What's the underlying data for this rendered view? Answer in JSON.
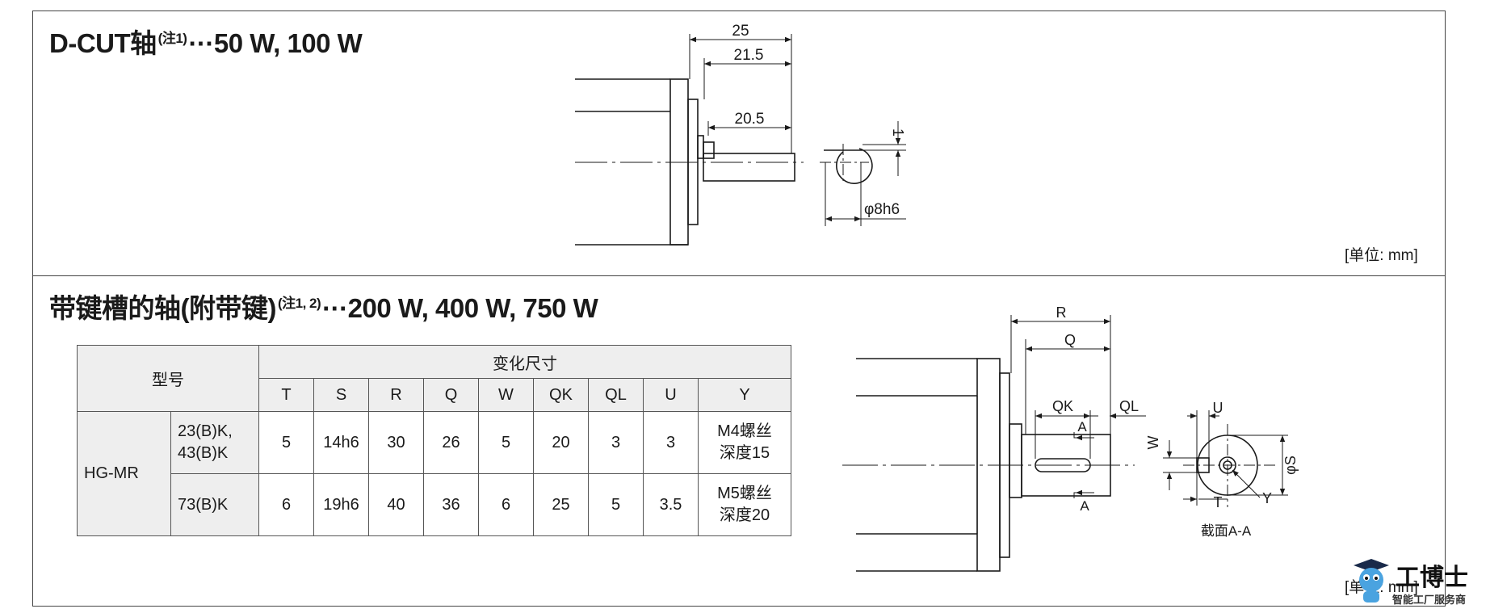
{
  "section_dcut": {
    "title_main": "D-CUT轴",
    "title_note": "(注1)",
    "title_dots": "···",
    "title_power": "50 W, 100 W",
    "unit": "[单位: mm]",
    "dims": {
      "d25": "25",
      "d21_5": "21.5",
      "d20_5": "20.5",
      "d1": "1",
      "phi8h6": "φ8h6"
    }
  },
  "section_key": {
    "title_main": "带键槽的轴(附带键)",
    "title_note": "(注1, 2)",
    "title_dots": "···",
    "title_power": "200 W, 400 W, 750 W",
    "unit": "[单位: mm]",
    "dims": {
      "R": "R",
      "Q": "Q",
      "QK": "QK",
      "QL": "QL",
      "A_top": "A",
      "A_bottom": "A",
      "W": "W",
      "U": "U",
      "phiS": "φS",
      "T": "T",
      "Y": "Y",
      "section_label": "截面A-A"
    },
    "table": {
      "model_header": "型号",
      "variable_header": "变化尺寸",
      "columns": [
        "T",
        "S",
        "R",
        "Q",
        "W",
        "QK",
        "QL",
        "U",
        "Y"
      ],
      "series": "HG-MR",
      "rows": [
        {
          "model": "23(B)K,\n43(B)K",
          "values": [
            "5",
            "14h6",
            "30",
            "26",
            "5",
            "20",
            "3",
            "3"
          ],
          "y_line1": "M4螺丝",
          "y_line2": "深度15"
        },
        {
          "model": "73(B)K",
          "values": [
            "6",
            "19h6",
            "40",
            "36",
            "6",
            "25",
            "5",
            "3.5"
          ],
          "y_line1": "M5螺丝",
          "y_line2": "深度20"
        }
      ]
    }
  },
  "watermark": {
    "brand": "工博士",
    "tagline": "智能工厂服务商"
  }
}
